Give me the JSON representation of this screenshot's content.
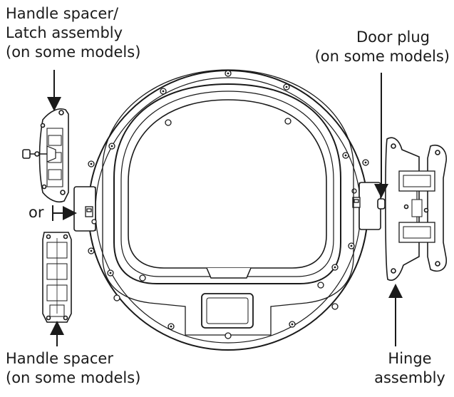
{
  "labels": {
    "handle_spacer_latch": {
      "line1": "Handle spacer/",
      "line2": "Latch assembly",
      "line3": "(on some models)"
    },
    "door_plug": {
      "line1": "Door plug",
      "line2": "(on some models)"
    },
    "handle_spacer": {
      "line1": "Handle spacer",
      "line2": "(on some models)"
    },
    "hinge": {
      "line1": "Hinge",
      "line2": "assembly"
    },
    "or": "or"
  },
  "colors": {
    "line": "#1a1a1a",
    "background": "#ffffff"
  }
}
